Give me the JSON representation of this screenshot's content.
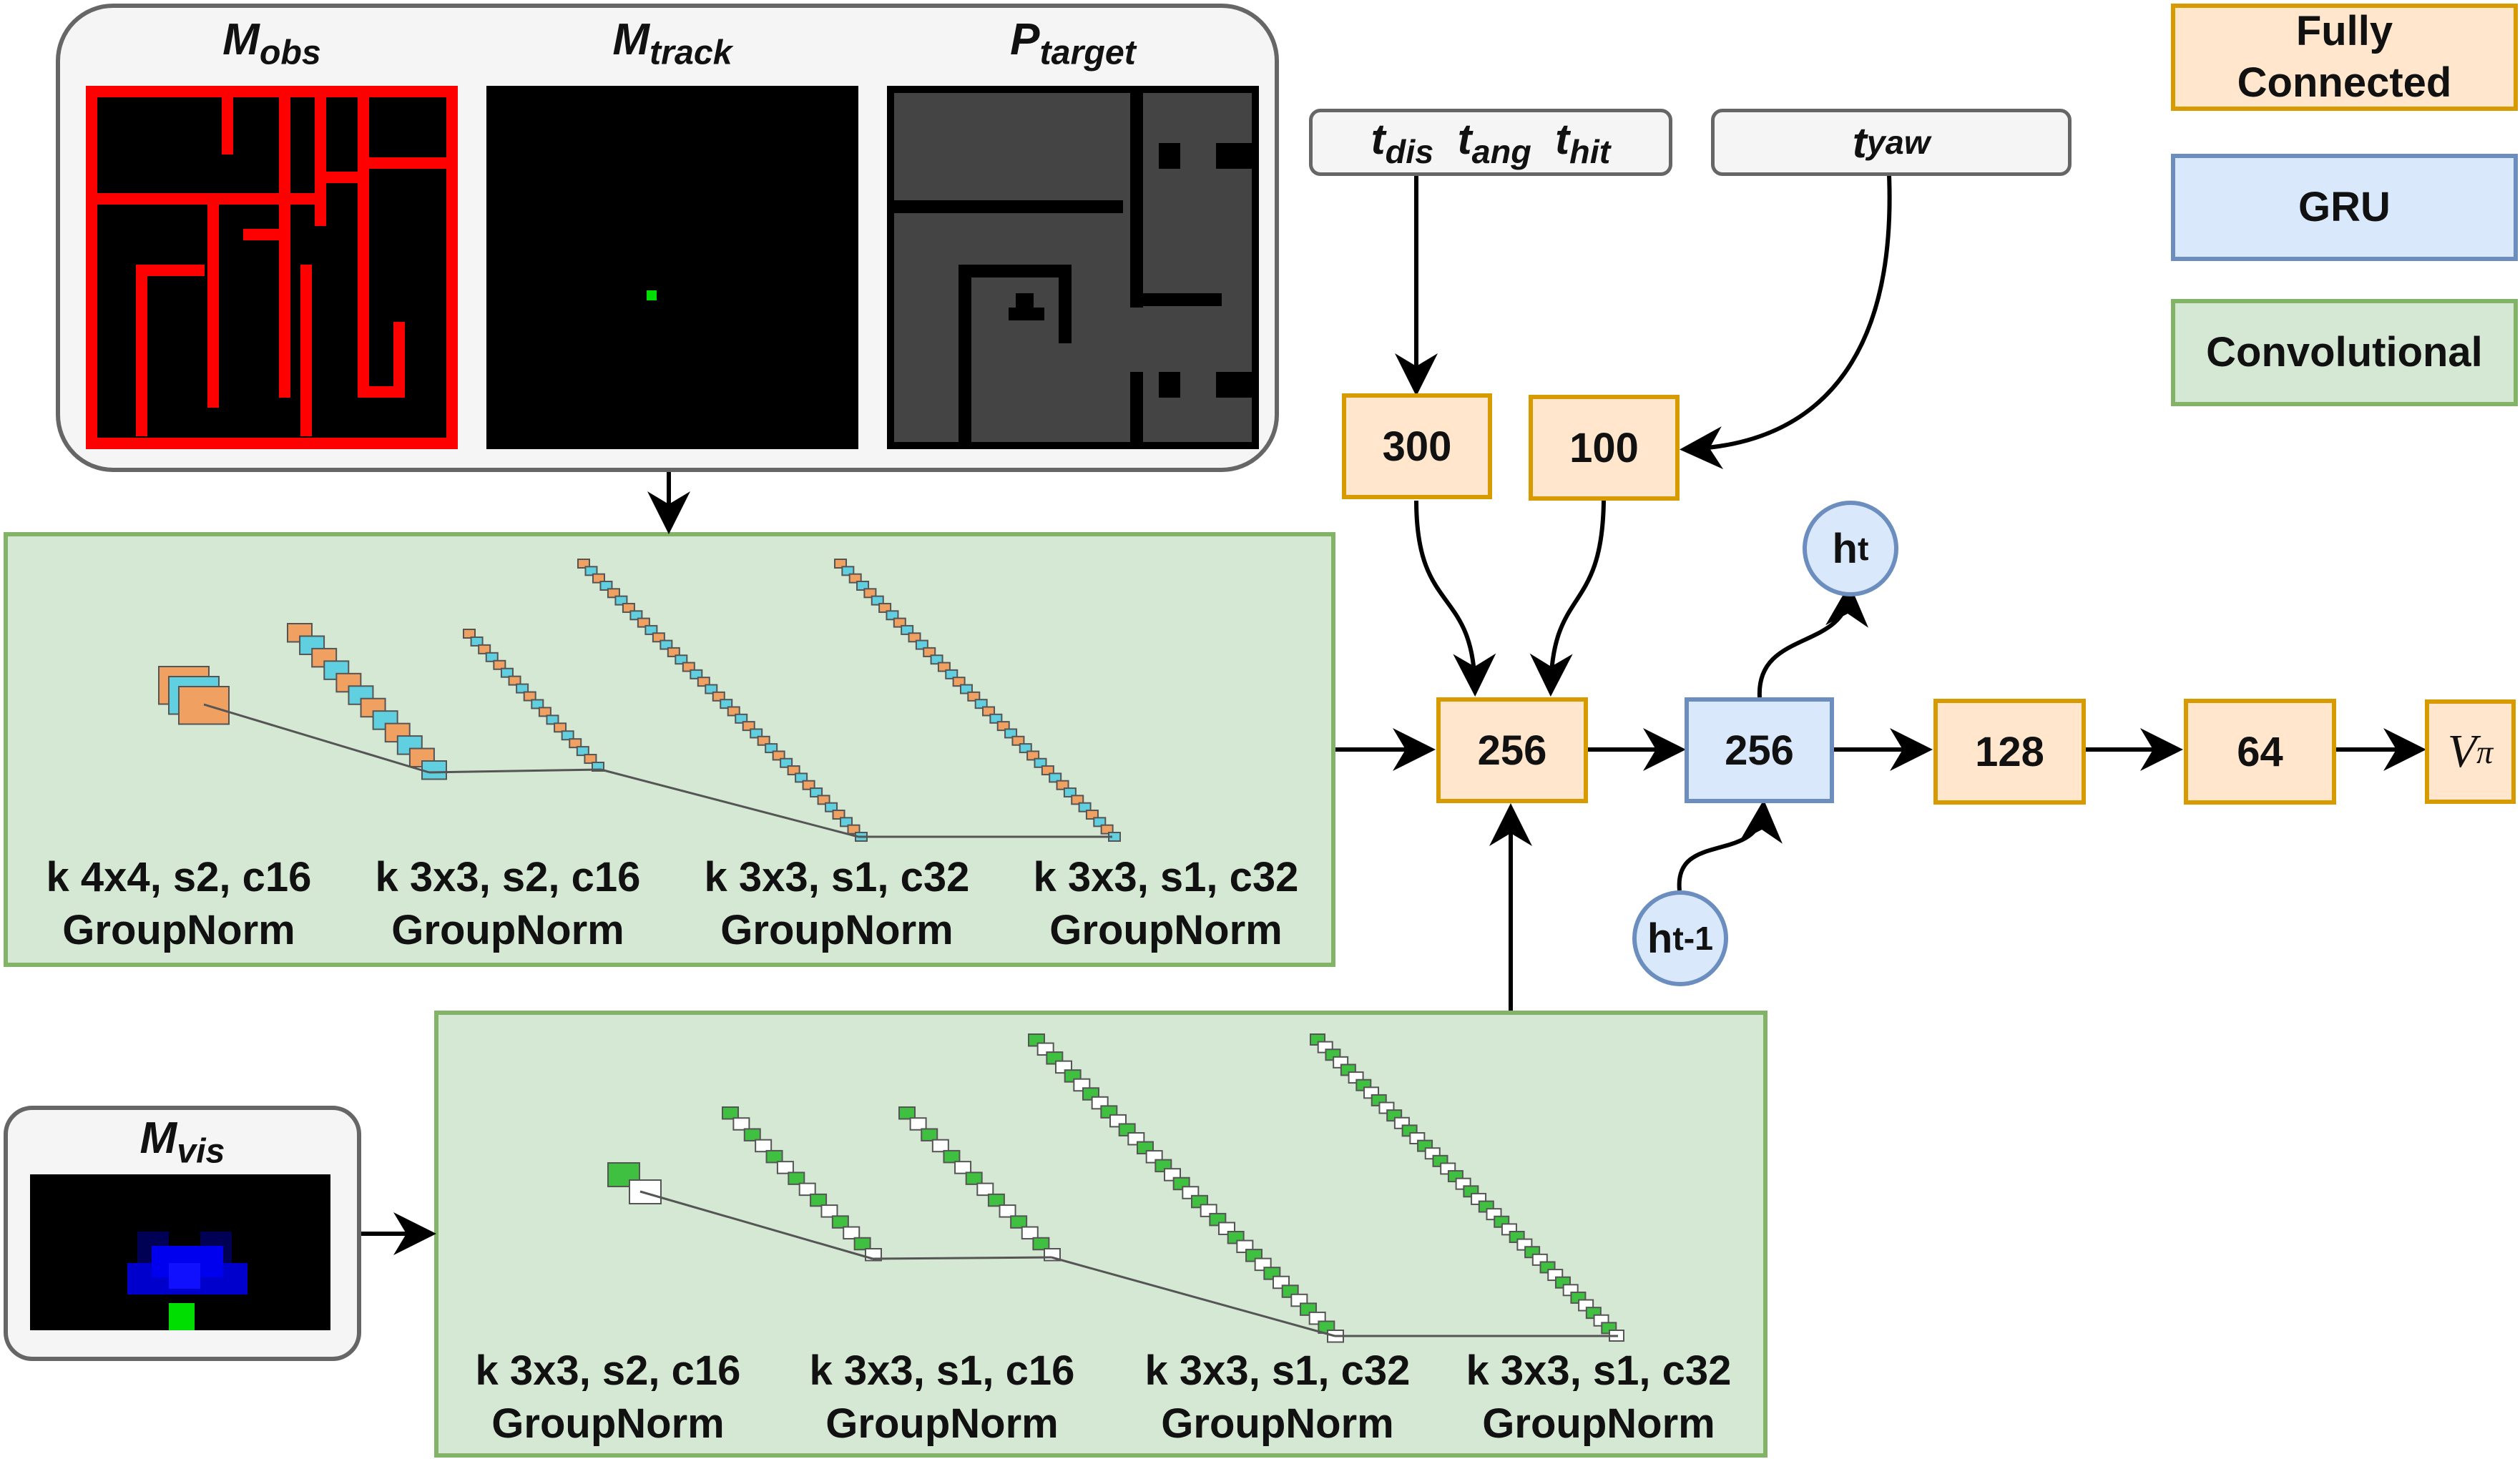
{
  "legend": [
    {
      "label": "Fully Connected"
    },
    {
      "label": "GRU"
    },
    {
      "label": "Convolutional"
    }
  ],
  "maps": {
    "obs": {
      "base": "M",
      "sub": "obs"
    },
    "track": {
      "base": "M",
      "sub": "track"
    },
    "target": {
      "base": "P",
      "sub": "target"
    },
    "vis": {
      "base": "M",
      "sub": "vis"
    }
  },
  "inputs": {
    "t_group": [
      {
        "base": "t",
        "sub": "dis"
      },
      {
        "base": "t",
        "sub": "ang"
      },
      {
        "base": "t",
        "sub": "hit"
      }
    ],
    "t_yaw": {
      "base": "t",
      "sub": "yaw"
    }
  },
  "nodes": {
    "fc300": "300",
    "fc100": "100",
    "fc256": "256",
    "gru256": "256",
    "fc128": "128",
    "fc64": "64",
    "output": {
      "base": "V",
      "sub": "π"
    }
  },
  "hidden": {
    "ht": {
      "base": "h",
      "sub": "t"
    },
    "ht1": {
      "base": "h",
      "sub": "t-1"
    }
  },
  "conv_upper": [
    {
      "line1": "k 4x4, s2, c16",
      "line2": "GroupNorm"
    },
    {
      "line1": "k 3x3, s2, c16",
      "line2": "GroupNorm"
    },
    {
      "line1": "k 3x3, s1, c32",
      "line2": "GroupNorm"
    },
    {
      "line1": "k 3x3, s1, c32",
      "line2": "GroupNorm"
    }
  ],
  "conv_lower": [
    {
      "line1": "k 3x3, s2, c16",
      "line2": "GroupNorm"
    },
    {
      "line1": "k 3x3, s1, c16",
      "line2": "GroupNorm"
    },
    {
      "line1": "k 3x3, s1, c32",
      "line2": "GroupNorm"
    },
    {
      "line1": "k 3x3, s1, c32",
      "line2": "GroupNorm"
    }
  ],
  "colors": {
    "fc_fill": "#ffe6cc",
    "fc_border": "#d79b00",
    "gru_fill": "#dae8fc",
    "gru_border": "#6c8ebf",
    "conv_fill": "#d5e8d4",
    "conv_border": "#82b366",
    "obstacle_red": "#ff0000",
    "track_green": "#00dd00",
    "target_gray": "#444444",
    "vis_blue": "#0000ee",
    "layer_orange": "#f0a060",
    "layer_cyan": "#60d0e0",
    "layer_green": "#40c040"
  }
}
